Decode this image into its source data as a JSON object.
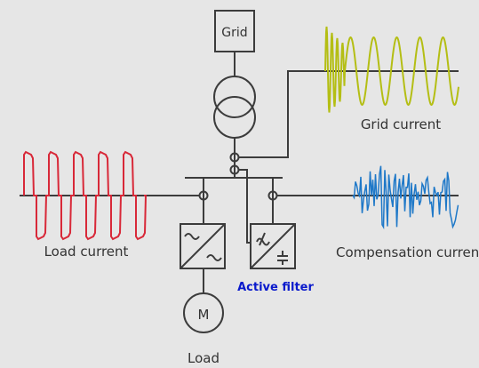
{
  "labels": {
    "grid": "Grid",
    "grid_current": "Grid current",
    "load_current": "Load current",
    "compensation_current": "Compensation curren",
    "active_filter": "Active filter",
    "motor": "M",
    "load": "Load"
  },
  "colors": {
    "background": "#e6e6e6",
    "line": "#3c3c3c",
    "grid_current_wave": "#b4be14",
    "load_current_wave": "#d82838",
    "compensation_current_wave": "#1e78c8",
    "active_filter_label": "#0a1acc"
  },
  "icons": {
    "transformer": "transformer-icon",
    "inverter_ac_dc": "ac-dc-converter-icon",
    "active_filter": "active-filter-converter-icon",
    "motor": "motor-icon"
  }
}
